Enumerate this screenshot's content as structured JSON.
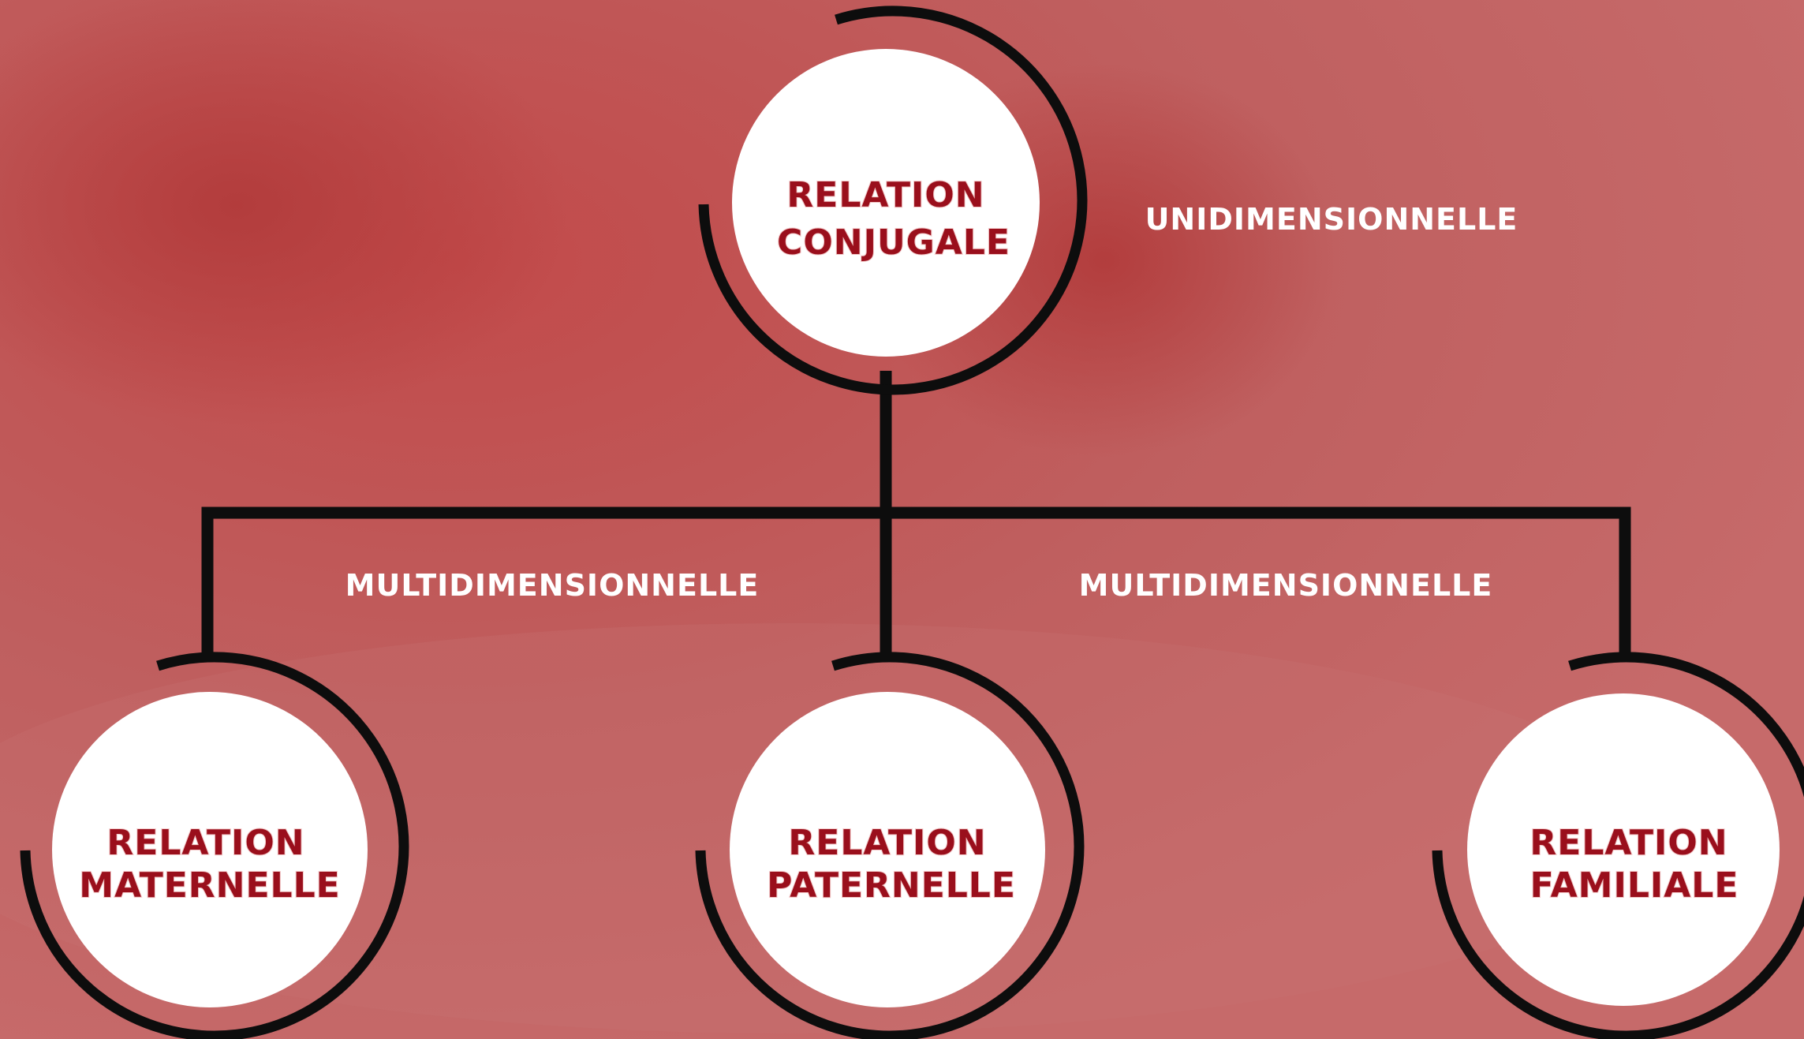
{
  "diagram": {
    "root": {
      "line1": "RELATION",
      "line2": "CONJUGALE"
    },
    "children": [
      {
        "line1": "RELATION",
        "line2": "MATERNELLE"
      },
      {
        "line1": "RELATION",
        "line2": "PATERNELLE"
      },
      {
        "line1": "RELATION",
        "line2": "FAMILIALE"
      }
    ],
    "labels": {
      "root_side": "UNIDIMENSIONNELLE",
      "left_branch": "MULTIDIMENSIONNELLE",
      "right_branch": "MULTIDIMENSIONNELLE"
    }
  },
  "colors": {
    "background": "#bf5f5f",
    "node_fill": "#ffffff",
    "node_text": "#9a0f1c",
    "connector": "#0d0d0d",
    "label_text": "#ffffff"
  }
}
